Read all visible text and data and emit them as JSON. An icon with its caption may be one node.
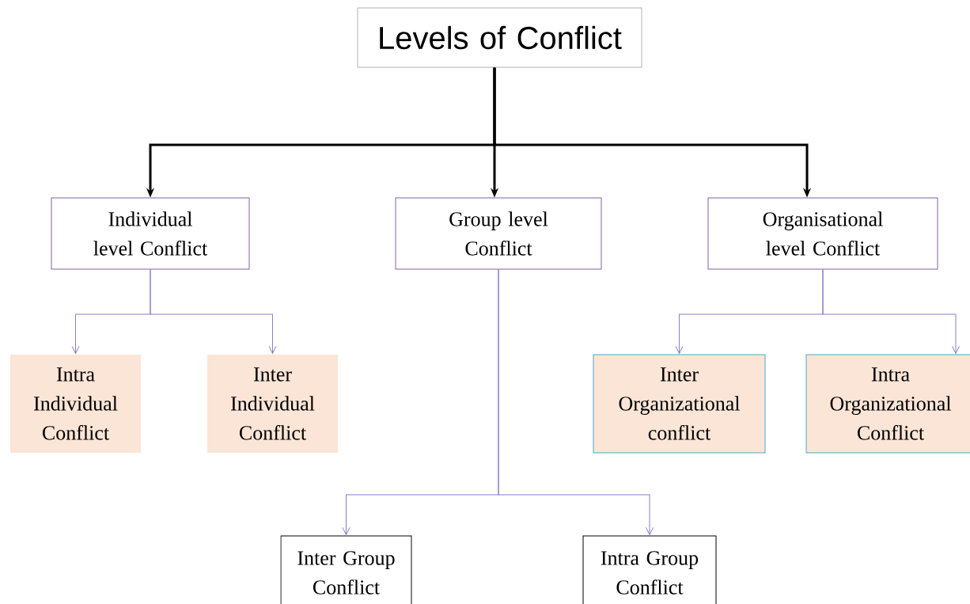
{
  "diagram": {
    "nodes": [
      {
        "text": [
          "Levels of Conflict"
        ]
      },
      {
        "text": [
          "Individual level Conflict"
        ]
      },
      {
        "text": [
          "Group level Conflict"
        ]
      },
      {
        "text": [
          "Organisational level Conflict"
        ]
      },
      {
        "text": [
          "Intra Individual Conflict"
        ]
      },
      {
        "text": [
          "Inter Individual Conflict"
        ]
      },
      {
        "text": [
          "Inter Organizational conflict"
        ]
      },
      {
        "text": [
          "Intra Organizational Conflict"
        ]
      },
      {
        "text": [
          "Inter Group Conflict"
        ]
      },
      {
        "text": [
          "Intra Group Conflict"
        ]
      }
    ],
    "edges": [
      {
        "from": 0,
        "to": 1,
        "arrow": "to",
        "style": "thick",
        "color": "#000000"
      },
      {
        "from": 0,
        "to": 2,
        "arrow": "to",
        "style": "thick",
        "color": "#000000"
      },
      {
        "from": 0,
        "to": 3,
        "arrow": "to",
        "style": "thick",
        "color": "#000000"
      },
      {
        "from": 1,
        "to": 4,
        "arrow": "to"
      },
      {
        "from": 1,
        "to": 5,
        "arrow": "to"
      },
      {
        "from": 3,
        "to": 6,
        "arrow": "to"
      },
      {
        "from": 3,
        "to": 7,
        "arrow": "to"
      },
      {
        "from": 2,
        "to": 8,
        "arrow": "to"
      },
      {
        "from": 2,
        "to": 9,
        "arrow": "to"
      }
    ]
  }
}
